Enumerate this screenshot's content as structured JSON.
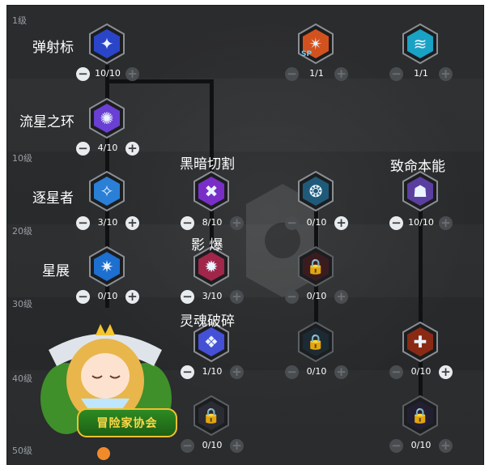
{
  "levels": [
    "1级",
    "10级",
    "20级",
    "30级",
    "40级",
    "50级"
  ],
  "skills": {
    "dart": {
      "name": "弹射标",
      "count": "10/10",
      "icon": "shuriken-icon"
    },
    "meteor_ring": {
      "name": "流星之环",
      "count": "4/10",
      "icon": "meteor-ring-icon"
    },
    "star_chaser": {
      "name": "逐星者",
      "count": "3/10",
      "icon": "star-chaser-icon"
    },
    "star_spread": {
      "name": "星展",
      "count": "0/10",
      "icon": "star-spread-icon"
    },
    "dark_cut": {
      "name": "黑暗切割",
      "count": "8/10",
      "icon": "dark-cut-icon"
    },
    "shadow_burst": {
      "name": "影 爆",
      "count": "3/10",
      "icon": "shadow-burst-icon"
    },
    "soul_shatter": {
      "name": "灵魂破碎",
      "count": "1/10",
      "icon": "soul-shatter-icon"
    },
    "c2_r4": {
      "count": "0/10",
      "icon": "lock-icon"
    },
    "c3_r2": {
      "count": "0/10",
      "icon": "vortex-icon"
    },
    "c3_r3": {
      "count": "0/10",
      "icon": "lock-icon"
    },
    "c3_r4": {
      "count": "0/10",
      "icon": "lock-icon"
    },
    "sp_skill": {
      "count": "1/1",
      "icon": "sp-burst-icon",
      "badge": "SP"
    },
    "whirlwind": {
      "count": "1/1",
      "icon": "whirlwind-icon"
    },
    "fatal_instinct": {
      "name": "致命本能",
      "count": "10/10",
      "icon": "fatal-instinct-icon"
    },
    "c4_r3": {
      "count": "0/10",
      "icon": "flame-sword-icon"
    },
    "c4_r4": {
      "count": "0/10",
      "icon": "lock-icon"
    }
  },
  "logo": {
    "text": "冒险家协会"
  },
  "colors": {
    "panel_bg": "#2d2f31",
    "button_on": "#e9ecee",
    "button_off": "#4a4d50"
  }
}
